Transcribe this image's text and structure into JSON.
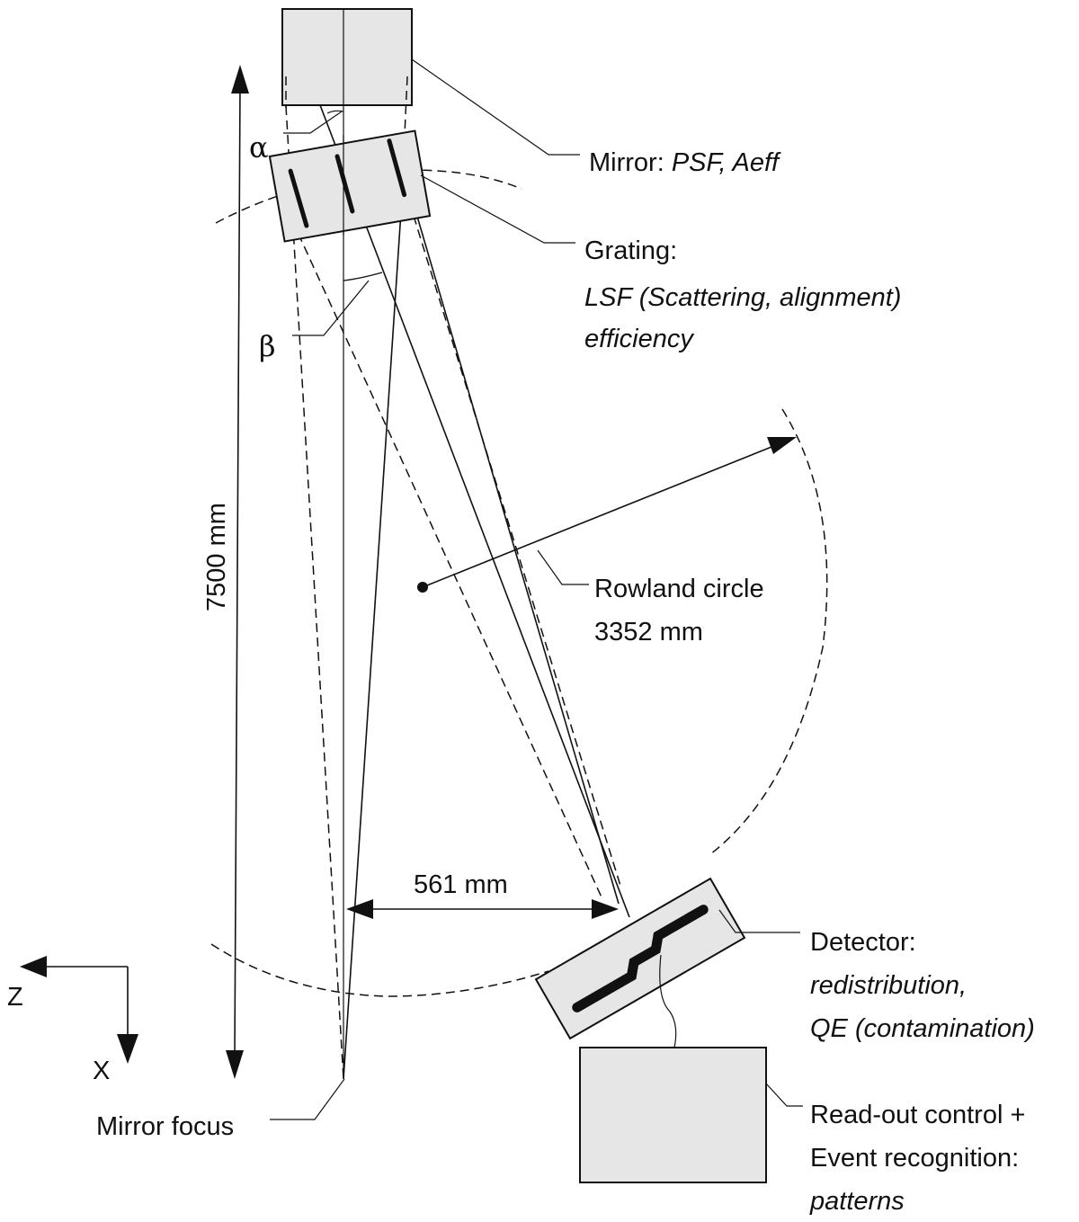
{
  "labels": {
    "mirror_title": "Mirror:",
    "mirror_props": "PSF, Aeff",
    "grating_title": "Grating:",
    "grating_line1": "LSF (Scattering, alignment)",
    "grating_line2": "efficiency",
    "rowland_line1": "Rowland circle",
    "rowland_line2": "3352 mm",
    "detector_title": "Detector:",
    "detector_line1": "redistribution,",
    "detector_line2": "QE (contamination)",
    "readout_line1": "Read-out control +",
    "readout_line2": "Event recognition:",
    "readout_line3": "patterns",
    "mirror_focus": "Mirror focus",
    "length": "7500 mm",
    "offset": "561 mm",
    "alpha": "α",
    "beta": "β",
    "axis_z": "Z",
    "axis_x": "X"
  }
}
